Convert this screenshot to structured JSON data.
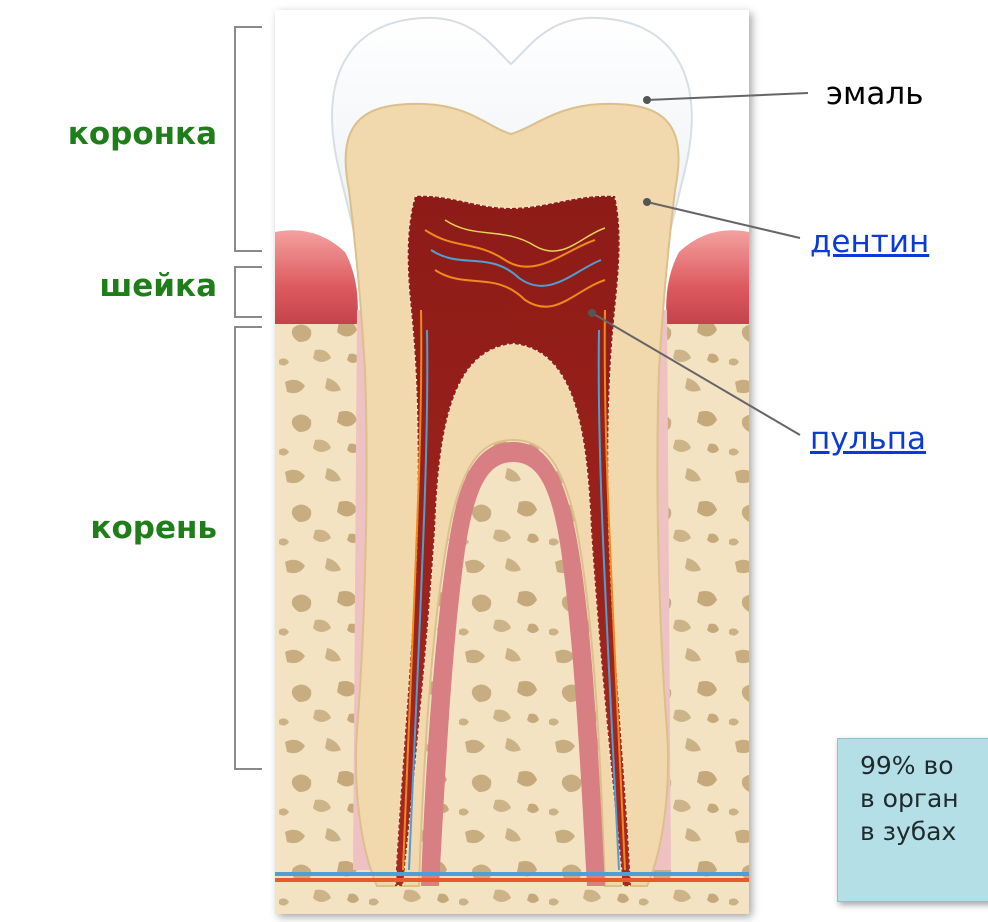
{
  "regions": {
    "crown": "коронка",
    "neck": "шейка",
    "root": "корень"
  },
  "parts": {
    "enamel": "эмаль",
    "dentin": "дентин",
    "pulp": "пульпа"
  },
  "fact": {
    "line1": "99% во",
    "line2": "в орган",
    "line3": "в зубах"
  },
  "colors": {
    "region_label": "#1f7d1a",
    "link": "#0b3bd6",
    "fact_box": "#b5dfe6"
  }
}
